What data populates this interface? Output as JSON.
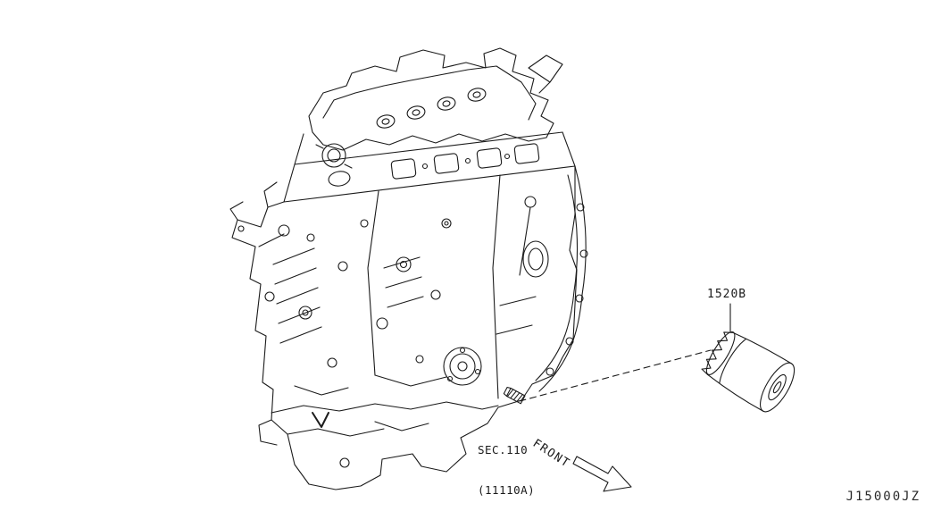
{
  "diagram": {
    "labels": {
      "part_code": "1520B",
      "section_line1": "SEC.110",
      "section_line2": "(11110A)",
      "front": "FRONT",
      "diagram_code": "J15000JZ"
    },
    "icons": {
      "front_arrow": "open-arrow-down-right"
    },
    "colors": {
      "line": "#1b1b1b",
      "background": "#ffffff",
      "text": "#1a1a1a"
    }
  }
}
